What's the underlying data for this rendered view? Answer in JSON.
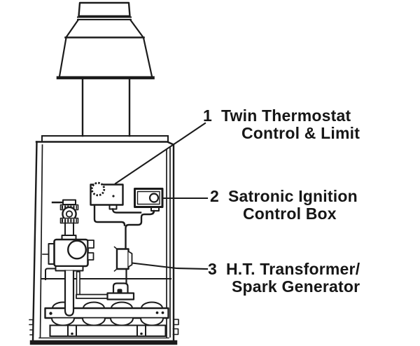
{
  "canvas": {
    "bg": "#ffffff",
    "ink": "#1b1b1b"
  },
  "callouts": {
    "item1": {
      "num": "1",
      "line1": "Twin Thermostat",
      "line2": "Control & Limit"
    },
    "item2": {
      "num": "2",
      "line1": "Satronic Ignition",
      "line2": "Control Box"
    },
    "item3": {
      "num": "3",
      "line1": "H.T. Transformer/",
      "line2": "Spark Generator"
    }
  }
}
